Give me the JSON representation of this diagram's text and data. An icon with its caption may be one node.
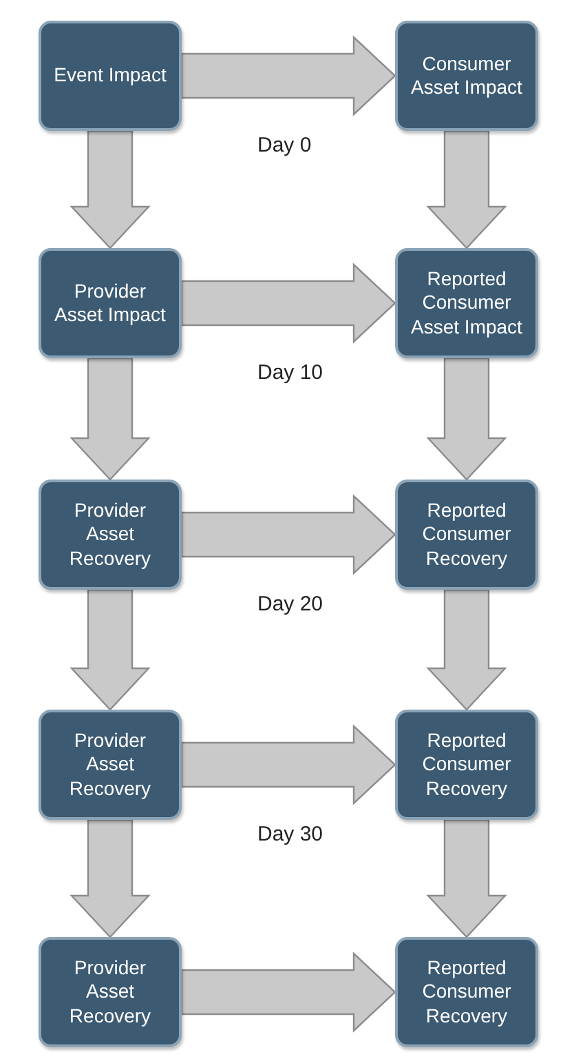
{
  "diagram": {
    "nodes": [
      {
        "text": [
          "Event Impact"
        ]
      },
      {
        "text": [
          "Consumer Asset Impact"
        ]
      },
      {
        "text": [
          "Provider Asset Impact"
        ]
      },
      {
        "text": [
          "Reported Consumer Asset Impact"
        ]
      },
      {
        "text": [
          "Provider Asset Recovery"
        ]
      },
      {
        "text": [
          "Reported Consumer Recovery"
        ]
      },
      {
        "text": [
          "Provider Asset Recovery"
        ]
      },
      {
        "text": [
          "Reported Consumer Recovery"
        ]
      },
      {
        "text": [
          "Provider Asset Recovery"
        ]
      },
      {
        "text": [
          "Reported Consumer Recovery"
        ]
      }
    ],
    "edges": [
      {
        "from": 0,
        "to": 1,
        "arrow": "to"
      },
      {
        "from": 0,
        "to": 2,
        "arrow": "to"
      },
      {
        "from": 1,
        "to": 3,
        "arrow": "to"
      },
      {
        "from": 2,
        "to": 3,
        "arrow": "to"
      },
      {
        "from": 2,
        "to": 4,
        "arrow": "to"
      },
      {
        "from": 3,
        "to": 5,
        "arrow": "to"
      },
      {
        "from": 4,
        "to": 5,
        "arrow": "to"
      },
      {
        "from": 4,
        "to": 6,
        "arrow": "to"
      },
      {
        "from": 5,
        "to": 7,
        "arrow": "to"
      },
      {
        "from": 6,
        "to": 7,
        "arrow": "to"
      },
      {
        "from": 6,
        "to": 8,
        "arrow": "to"
      },
      {
        "from": 7,
        "to": 9,
        "arrow": "to"
      },
      {
        "from": 8,
        "to": 9,
        "arrow": "to"
      }
    ],
    "labels": [
      "Day 0",
      "Day 10",
      "Day 20",
      "Day 30"
    ]
  }
}
